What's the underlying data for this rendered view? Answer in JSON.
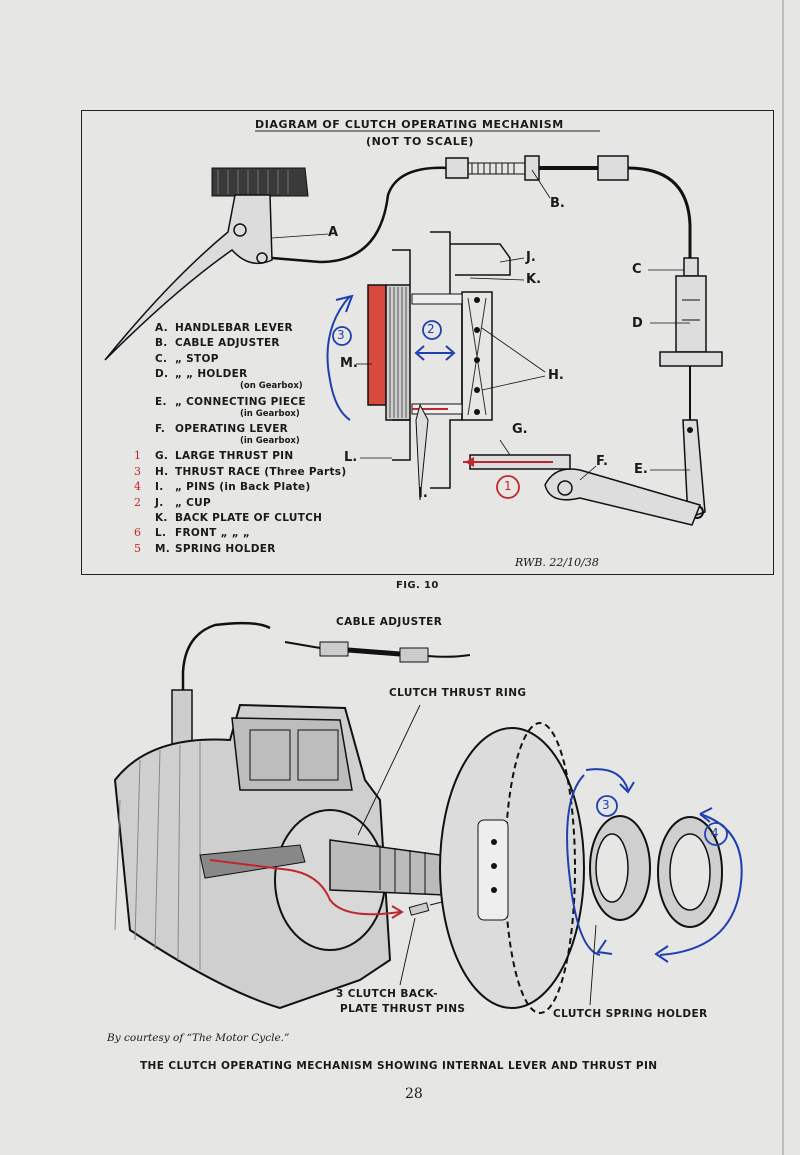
{
  "fig10": {
    "title": "DIAGRAM OF CLUTCH OPERATING MECHANISM",
    "subtitle": "(NOT TO SCALE)",
    "legend": [
      {
        "key": "A.",
        "text": "HANDLEBAR LEVER",
        "sub": "",
        "annot": ""
      },
      {
        "key": "B.",
        "text": "CABLE ADJUSTER",
        "sub": "",
        "annot": ""
      },
      {
        "key": "C.",
        "text": "„ STOP",
        "sub": "",
        "annot": ""
      },
      {
        "key": "D.",
        "text": "„ „ HOLDER",
        "sub": "(on Gearbox)",
        "annot": ""
      },
      {
        "key": "E.",
        "text": "„ CONNECTING PIECE",
        "sub": "(in Gearbox)",
        "annot": ""
      },
      {
        "key": "F.",
        "text": "OPERATING LEVER",
        "sub": "(in Gearbox)",
        "annot": ""
      },
      {
        "key": "G.",
        "text": "LARGE THRUST PIN",
        "sub": "",
        "annot": "1"
      },
      {
        "key": "H.",
        "text": "THRUST RACE (Three Parts)",
        "sub": "",
        "annot": "3"
      },
      {
        "key": "I.",
        "text": "„ PINS (in Back Plate)",
        "sub": "",
        "annot": "4"
      },
      {
        "key": "J.",
        "text": "„ CUP",
        "sub": "",
        "annot": "2"
      },
      {
        "key": "K.",
        "text": "BACK PLATE OF CLUTCH",
        "sub": "",
        "annot": ""
      },
      {
        "key": "L.",
        "text": "FRONT „ „ „",
        "sub": "",
        "annot": "6"
      },
      {
        "key": "M.",
        "text": "SPRING HOLDER",
        "sub": "",
        "annot": "5"
      }
    ],
    "labels": {
      "A": "A",
      "B": "B.",
      "C": "C",
      "D": "D",
      "E": "E.",
      "F": "F.",
      "G": "G.",
      "H": "H.",
      "I": "I.",
      "J": "J.",
      "K": "K.",
      "L": "L.",
      "M": "M."
    },
    "signature": "RWB. 22/10/38",
    "annotations": {
      "circle1": "1",
      "circle2": "2",
      "circle3": "3"
    },
    "caption": "FIG. 10"
  },
  "fig11": {
    "labels": {
      "cable_adjuster": "CABLE ADJUSTER",
      "thrust_ring": "CLUTCH THRUST RING",
      "backplate_pins_1": "3 CLUTCH BACK-",
      "backplate_pins_2": "PLATE THRUST PINS",
      "spring_holder": "CLUTCH SPRING HOLDER"
    },
    "annotations": {
      "circle3": "3",
      "circle4": "4"
    },
    "courtesy": "By courtesy of “The Motor Cycle.”",
    "caption": "THE CLUTCH OPERATING MECHANISM SHOWING INTERNAL LEVER AND THRUST PIN"
  },
  "page_number": "28",
  "colors": {
    "ink": "#1a1a1a",
    "red": "#c0262b",
    "blue": "#1f3fb0",
    "paper": "#e6e6e4"
  }
}
